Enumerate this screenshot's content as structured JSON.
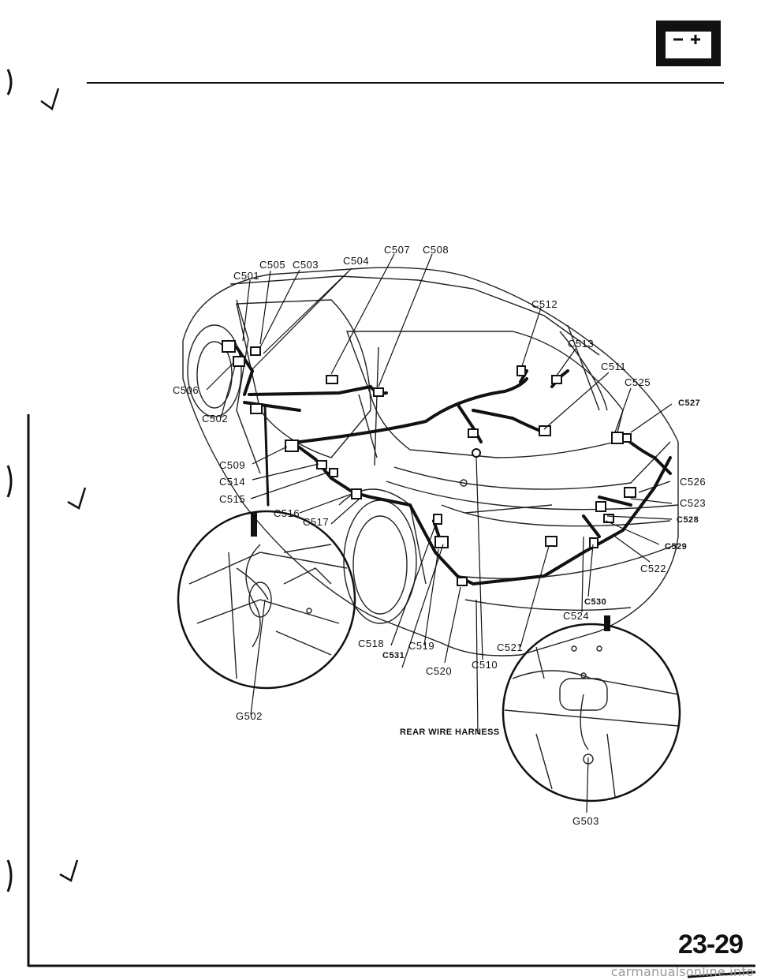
{
  "connectors": {
    "c501": "C501",
    "c502": "C502",
    "c503": "C503",
    "c504": "C504",
    "c505": "C505",
    "c506": "C506",
    "c507": "C507",
    "c508": "C508",
    "c509": "C509",
    "c510": "C510",
    "c511": "C511",
    "c512": "C512",
    "c513": "C513",
    "c514": "C514",
    "c515": "C515",
    "c516": "C516",
    "c517": "C517",
    "c518": "C518",
    "c519": "C519",
    "c520": "C520",
    "c521": "C521",
    "c522": "C522",
    "c523": "C523",
    "c524": "C524",
    "c525": "C525",
    "c526": "C526",
    "c527": "C527",
    "c528": "C528",
    "c529": "C529",
    "c530": "C530",
    "c531": "C531"
  },
  "grounds": {
    "g502": "G502",
    "g503": "G503"
  },
  "harness_label": "REAR WIRE HARNESS",
  "page_number": "23-29",
  "watermark": "carmanualsonline.info",
  "icons": [
    "battery-icon"
  ]
}
